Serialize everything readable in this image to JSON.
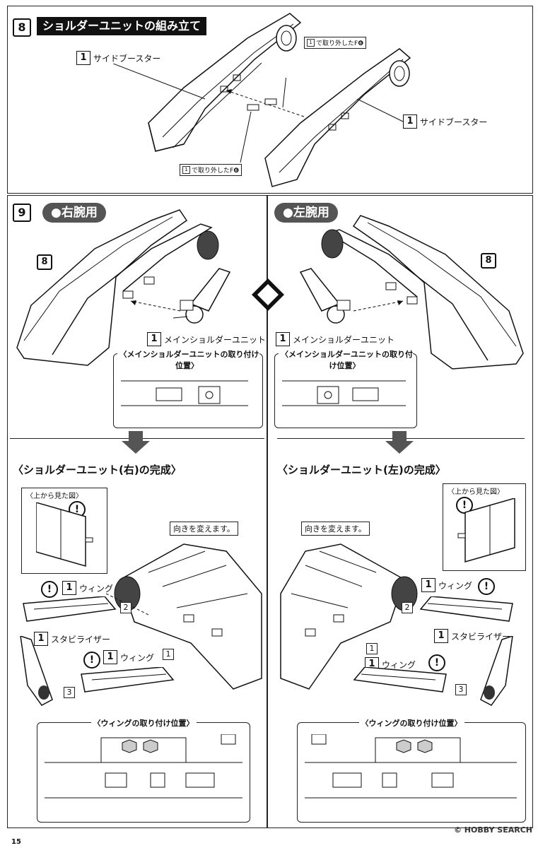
{
  "step8": {
    "number": "8",
    "title": "ショルダーユニットの組み立て",
    "label_left": {
      "part": "1",
      "text": "サイドブースター"
    },
    "label_right": {
      "part": "1",
      "text": "サイドブースター"
    },
    "f6_top": {
      "part": "1",
      "text": "で取り外したF❻"
    },
    "f6_bottom": {
      "part": "1",
      "text": "で取り外したF❻"
    }
  },
  "step9": {
    "number": "9",
    "right_arm": "●右腕用",
    "left_arm": "●左腕用",
    "unit8_label": "8",
    "main_shoulder_left": {
      "part": "1",
      "text": "メインショルダーユニット"
    },
    "main_shoulder_right": {
      "part": "1",
      "text": "メインショルダーユニット"
    },
    "mount_callout_left": "〈メインショルダーユニットの取り付け位置〉",
    "mount_callout_right": "〈メインショルダーユニットの取り付け位置〉",
    "completion_right": "〈ショルダーユニット(右)の完成〉",
    "completion_left": "〈ショルダーユニット(左)の完成〉",
    "topview_left": "〈上から見た図〉",
    "topview_right": "〈上から見た図〉",
    "direction_note_left": "向きを変えます。",
    "direction_note_right": "向きを変えます。",
    "wing_a_left": {
      "part": "1",
      "text": "ウィング"
    },
    "wing_b_left": {
      "part": "1",
      "text": "ウィング"
    },
    "stabilizer_left": {
      "part": "1",
      "text": "スタビライザー"
    },
    "wing_a_right": {
      "part": "1",
      "text": "ウィング"
    },
    "wing_b_right": {
      "part": "1",
      "text": "ウィング"
    },
    "stabilizer_right": {
      "part": "1",
      "text": "スタビライザー"
    },
    "wing_callout_left": "〈ウィングの取り付け位置〉",
    "wing_callout_right": "〈ウィングの取り付け位置〉",
    "tag1": "1",
    "tag2": "2",
    "tag3": "3",
    "exclamation": "!"
  },
  "footer": {
    "page_number": "15",
    "watermark": "© HOBBY SEARCH"
  }
}
